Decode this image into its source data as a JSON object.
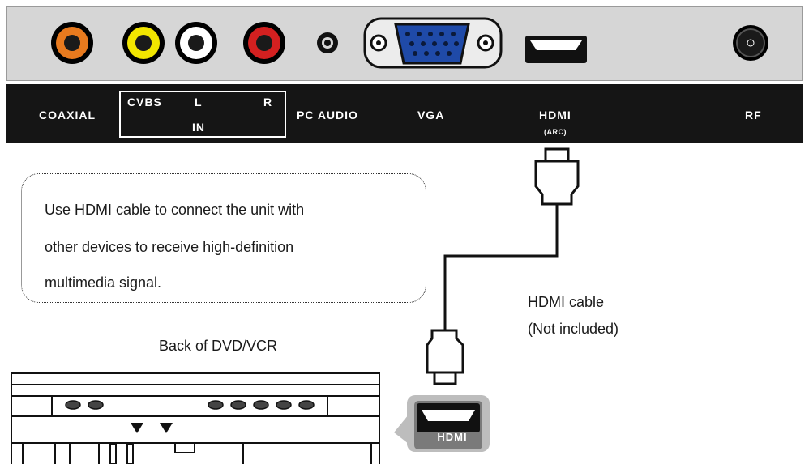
{
  "connector_labels": {
    "coaxial": "COAXIAL",
    "cvbs": "CVBS",
    "left": "L",
    "right": "R",
    "in": "IN",
    "pc_audio": "PC AUDIO",
    "vga": "VGA",
    "hdmi": "HDMI",
    "arc": "(ARC)",
    "rf": "RF"
  },
  "callout": {
    "line1": "Use HDMI cable to connect the unit with",
    "line2": "other devices to receive high-definition",
    "line3": "multimedia signal."
  },
  "cable": {
    "line1": "HDMI cable",
    "line2": "(Not included)"
  },
  "device": {
    "title": "Back of DVD/VCR",
    "port_label": "HDMI"
  },
  "colors": {
    "coaxial_jack": "#e87a1e",
    "video_jack": "#f2e600",
    "left_audio_jack": "#ffffff",
    "right_audio_jack": "#d42020",
    "vga_port": "#1f4aa8",
    "label_bar": "#151515",
    "panel": "#d6d6d6"
  }
}
